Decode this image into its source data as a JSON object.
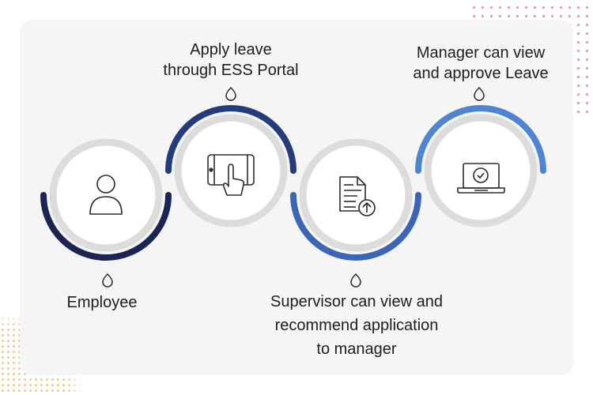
{
  "steps": [
    {
      "label_lines": [
        "Employee"
      ],
      "icon": "user-icon",
      "arc_color": "#1b2554",
      "arc_side": "bottom"
    },
    {
      "label_lines": [
        "Apply leave",
        "through ESS Portal"
      ],
      "icon": "tablet-touch-icon",
      "arc_color": "#243b7c",
      "arc_side": "top"
    },
    {
      "label_lines": [
        "Supervisor can view and",
        "recommend application",
        "to manager"
      ],
      "icon": "document-upload-icon",
      "arc_color": "#3b66b5",
      "arc_side": "bottom"
    },
    {
      "label_lines": [
        "Manager can view",
        "and approve Leave"
      ],
      "icon": "laptop-check-icon",
      "arc_color": "#4f84d2",
      "arc_side": "top"
    }
  ],
  "colors": {
    "panel": "#f5f5f6",
    "icon_stroke": "#2b2b2b",
    "ring": "#dcdcdc",
    "circle_fill": "#ffffff"
  }
}
